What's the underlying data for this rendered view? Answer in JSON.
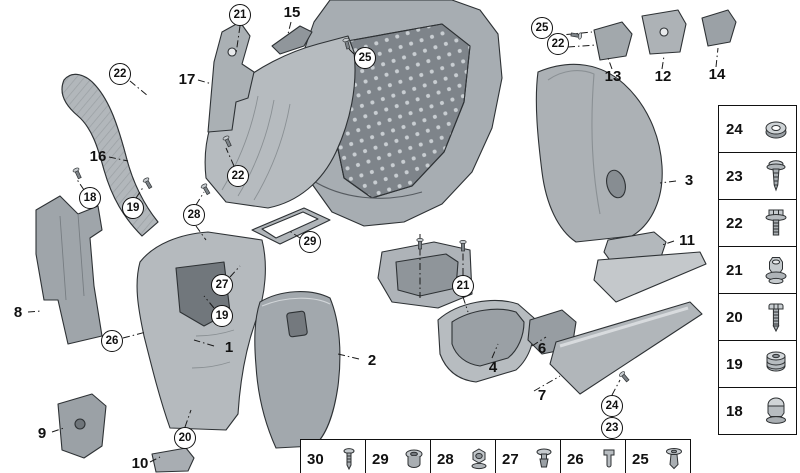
{
  "diagram": {
    "type": "exploded-parts-diagram",
    "background": "#ffffff",
    "callouts_circled": [
      {
        "label": "21"
      },
      {
        "label": "25"
      },
      {
        "label": "25"
      },
      {
        "label": "22"
      },
      {
        "label": "22"
      },
      {
        "label": "22"
      },
      {
        "label": "18"
      },
      {
        "label": "19"
      },
      {
        "label": "28"
      },
      {
        "label": "29"
      },
      {
        "label": "27"
      },
      {
        "label": "21"
      },
      {
        "label": "19"
      },
      {
        "label": "26"
      },
      {
        "label": "20"
      },
      {
        "label": "24"
      },
      {
        "label": "23"
      }
    ],
    "part_labels": [
      {
        "label": "15"
      },
      {
        "label": "17"
      },
      {
        "label": "16"
      },
      {
        "label": "13"
      },
      {
        "label": "12"
      },
      {
        "label": "14"
      },
      {
        "label": "3"
      },
      {
        "label": "11"
      },
      {
        "label": "8"
      },
      {
        "label": "1"
      },
      {
        "label": "2"
      },
      {
        "label": "4"
      },
      {
        "label": "6"
      },
      {
        "label": "7"
      },
      {
        "label": "9"
      },
      {
        "label": "10"
      }
    ],
    "fastener_column": {
      "items": [
        {
          "label": "24",
          "icon": "washer-icon"
        },
        {
          "label": "23",
          "icon": "tapping-screw-icon"
        },
        {
          "label": "22",
          "icon": "hex-bolt-icon"
        },
        {
          "label": "21",
          "icon": "flange-nut-icon"
        },
        {
          "label": "20",
          "icon": "pan-head-screw-icon"
        },
        {
          "label": "19",
          "icon": "plastic-nut-icon"
        },
        {
          "label": "18",
          "icon": "cap-nut-icon"
        }
      ]
    },
    "fastener_row": {
      "items": [
        {
          "label": "30",
          "icon": "small-screw-icon"
        },
        {
          "label": "29",
          "icon": "grommet-icon"
        },
        {
          "label": "28",
          "icon": "hex-nut-icon"
        },
        {
          "label": "27",
          "icon": "push-rivet-icon"
        },
        {
          "label": "26",
          "icon": "spring-clip-icon"
        },
        {
          "label": "25",
          "icon": "expansion-rivet-icon"
        }
      ]
    },
    "colors": {
      "line": "#1a1a1a",
      "part_light": "#c2c6ca",
      "part_mid": "#a9aeb2",
      "part_dark": "#84898d"
    }
  }
}
